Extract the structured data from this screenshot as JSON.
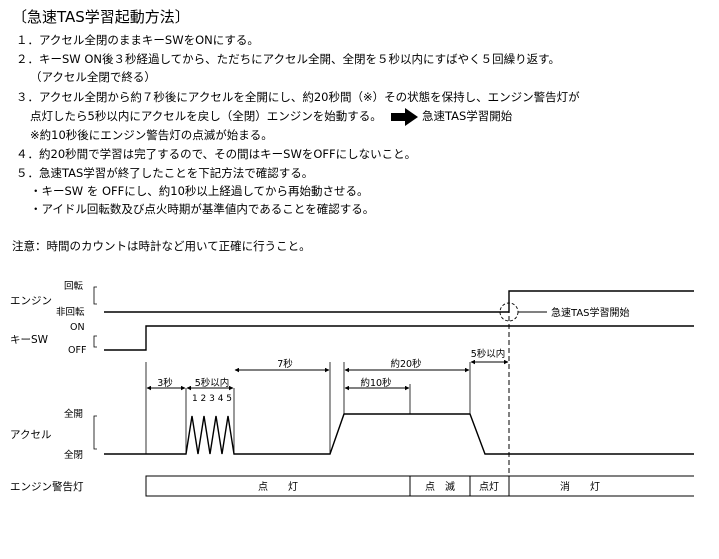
{
  "title": "〔急速TAS学習起動方法〕",
  "steps": [
    "１．アクセル全閉のままキーSWをONにする。",
    "２．キーSW ON後３秒経過してから、ただちにアクセル全開、全閉を５秒以内にすばやく５回繰り返す。",
    "（アクセル全閉で終る）",
    "３．アクセル全閉から約７秒後にアクセルを全開にし、約20秒間（※）その状態を保持し、エンジン警告灯が",
    "点灯したら5秒以内にアクセルを戻し（全閉）エンジンを始動する。",
    "急速TAS学習開始",
    "※約10秒後にエンジン警告灯の点滅が始まる。",
    "４．約20秒間で学習は完了するので、その間はキーSWをOFFにしないこと。",
    "５．急速TAS学習が終了したことを下記方法で確認する。",
    "・キーSW を OFFにし、約10秒以上経過してから再始動させる。",
    "・アイドル回転数及び点火時期が基準値内であることを確認する。"
  ],
  "note": "注意：時間のカウントは時計など用いて正確に行うこと。",
  "diagram": {
    "signals": {
      "engine": {
        "label": "エンジン",
        "high": "回転",
        "low": "非回転"
      },
      "key": {
        "label": "キーSW",
        "high": "ON",
        "low": "OFF"
      },
      "accel": {
        "label": "アクセル",
        "high": "全開",
        "low": "全閉"
      },
      "lamp": {
        "label": "エンジン警告灯"
      }
    },
    "intervals": {
      "d3": "3秒",
      "d5": "5秒以内",
      "pulses": "1 2 3 4 5",
      "d7": "7秒",
      "d20": "約20秒",
      "d10": "約10秒",
      "d5b": "5秒以内"
    },
    "callout": "急速TAS学習開始",
    "lamp_states": [
      "点　　灯",
      "点　滅",
      "点灯",
      "消　　灯"
    ]
  }
}
